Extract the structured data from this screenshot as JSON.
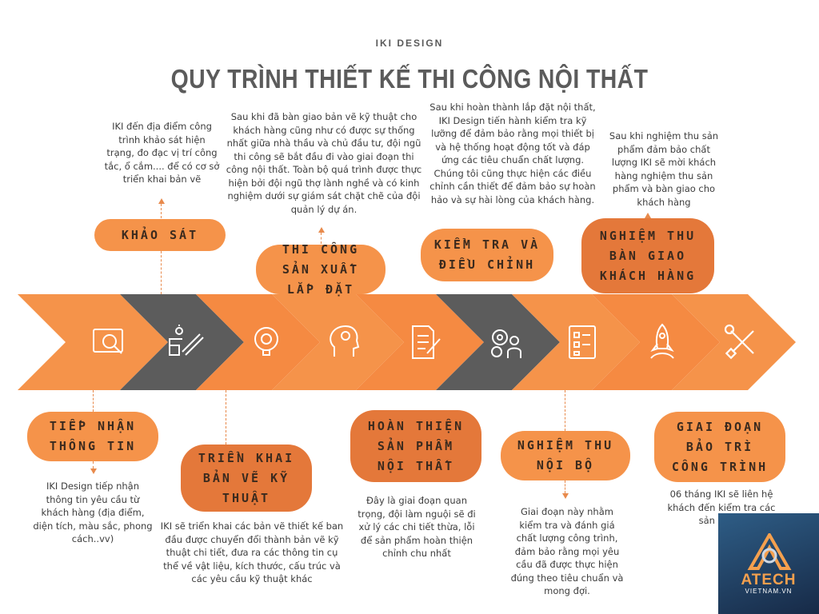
{
  "header": {
    "brand": "IKI DESIGN",
    "title": "QUY TRÌNH THIẾT KẾ THI CÔNG NỘI THẤT"
  },
  "colors": {
    "orange_light": "#f5934a",
    "orange_dark": "#e4783a",
    "gray_dark": "#5c5c5c",
    "icon_white": "#ffffff"
  },
  "steps": [
    {
      "label": "TIẾP NHẬN THÔNG TIN",
      "icon": "search-icon",
      "desc": "IKI Design tiếp nhận thông tin yêu cầu từ khách hàng (địa điểm, diện tích, màu sắc, phong cách..vv)"
    },
    {
      "label": "KHẢO SÁT",
      "icon": "ruler-pencil-icon",
      "desc": "IKI đến địa điểm công trình khảo sát hiện trạng, đo đạc vị trí công tắc, ổ cắm.... để có cơ sở triển khai bản vẽ"
    },
    {
      "label": "TRIỂN KHAI BẢN VẼ KỸ THUẬT",
      "icon": "gear-lightbulb-icon",
      "desc": "IKI sẽ triển khai các bản vẽ thiết kế ban đầu được chuyển đổi thành bản vẽ kỹ thuật chi tiết, đưa ra các thông tin cụ thể về vật liệu, kích thước, cấu trúc và các yêu cầu kỹ thuật khác"
    },
    {
      "label": "THI CÔNG SẢN XUẤT LẮP ĐẶT",
      "icon": "head-idea-icon",
      "desc": "Sau khi đã bàn giao bản vẽ kỹ thuật cho khách hàng cũng như có được sự thống nhất giữa nhà thầu và chủ đầu tư, đội ngũ thi công sẽ bắt đầu đi vào giai đoạn thi công nội thất. Toàn bộ quá trình được thực hiện bởi đội ngũ thợ lành nghề và có kinh nghiệm dưới sự giám sát chặt chẽ của đội quản lý dự án."
    },
    {
      "label": "HOÀN THIỆN SẢN PHẨM NỘI THẤT",
      "icon": "document-pen-icon",
      "desc": "Đây là giai đoạn quan trọng, đội làm nguội sẽ đi xử lý các chi tiết thừa, lỗi để sản phẩm hoàn thiện chỉnh chu nhất"
    },
    {
      "label": "KIỂM TRA VÀ ĐIỀU CHỈNH",
      "icon": "gears-person-icon",
      "desc": "Sau khi hoàn thành lắp đặt nội thất, IKI Design tiến hành kiểm tra kỹ lưỡng để đảm bảo rằng mọi thiết bị và hệ thống hoạt động tốt và đáp ứng các tiêu chuẩn chất lượng. Chúng tôi cũng thực hiện các điều chỉnh cần thiết để đảm bảo sự hoàn hảo và sự hài lòng của khách hàng."
    },
    {
      "label": "NGHIỆM THU NỘI BỘ",
      "icon": "checklist-icon",
      "desc": "Giai đoạn này nhằm kiểm tra và đánh giá chất lượng công trình, đảm bảo rằng mọi yêu cầu đã được thực hiện đúng theo tiêu chuẩn và mong đợi."
    },
    {
      "label": "NGHIỆM THU BÀN GIAO KHÁCH HÀNG",
      "icon": "rocket-icon",
      "desc": "Sau khi nghiệm thu sản phẩm đảm bảo chất lượng IKI sẽ mời khách hàng nghiệm thu sản phẩm và bàn giao cho khách hàng"
    },
    {
      "label": "GIAI ĐOẠN BẢO TRÌ CÔNG TRÌNH",
      "icon": "wrench-screwdriver-icon",
      "desc": "06 tháng IKI sẽ liên hệ khách đến kiểm tra các sản phẩm"
    }
  ],
  "watermark": {
    "name": "ATECH",
    "domain": "VIETNAM.VN"
  }
}
